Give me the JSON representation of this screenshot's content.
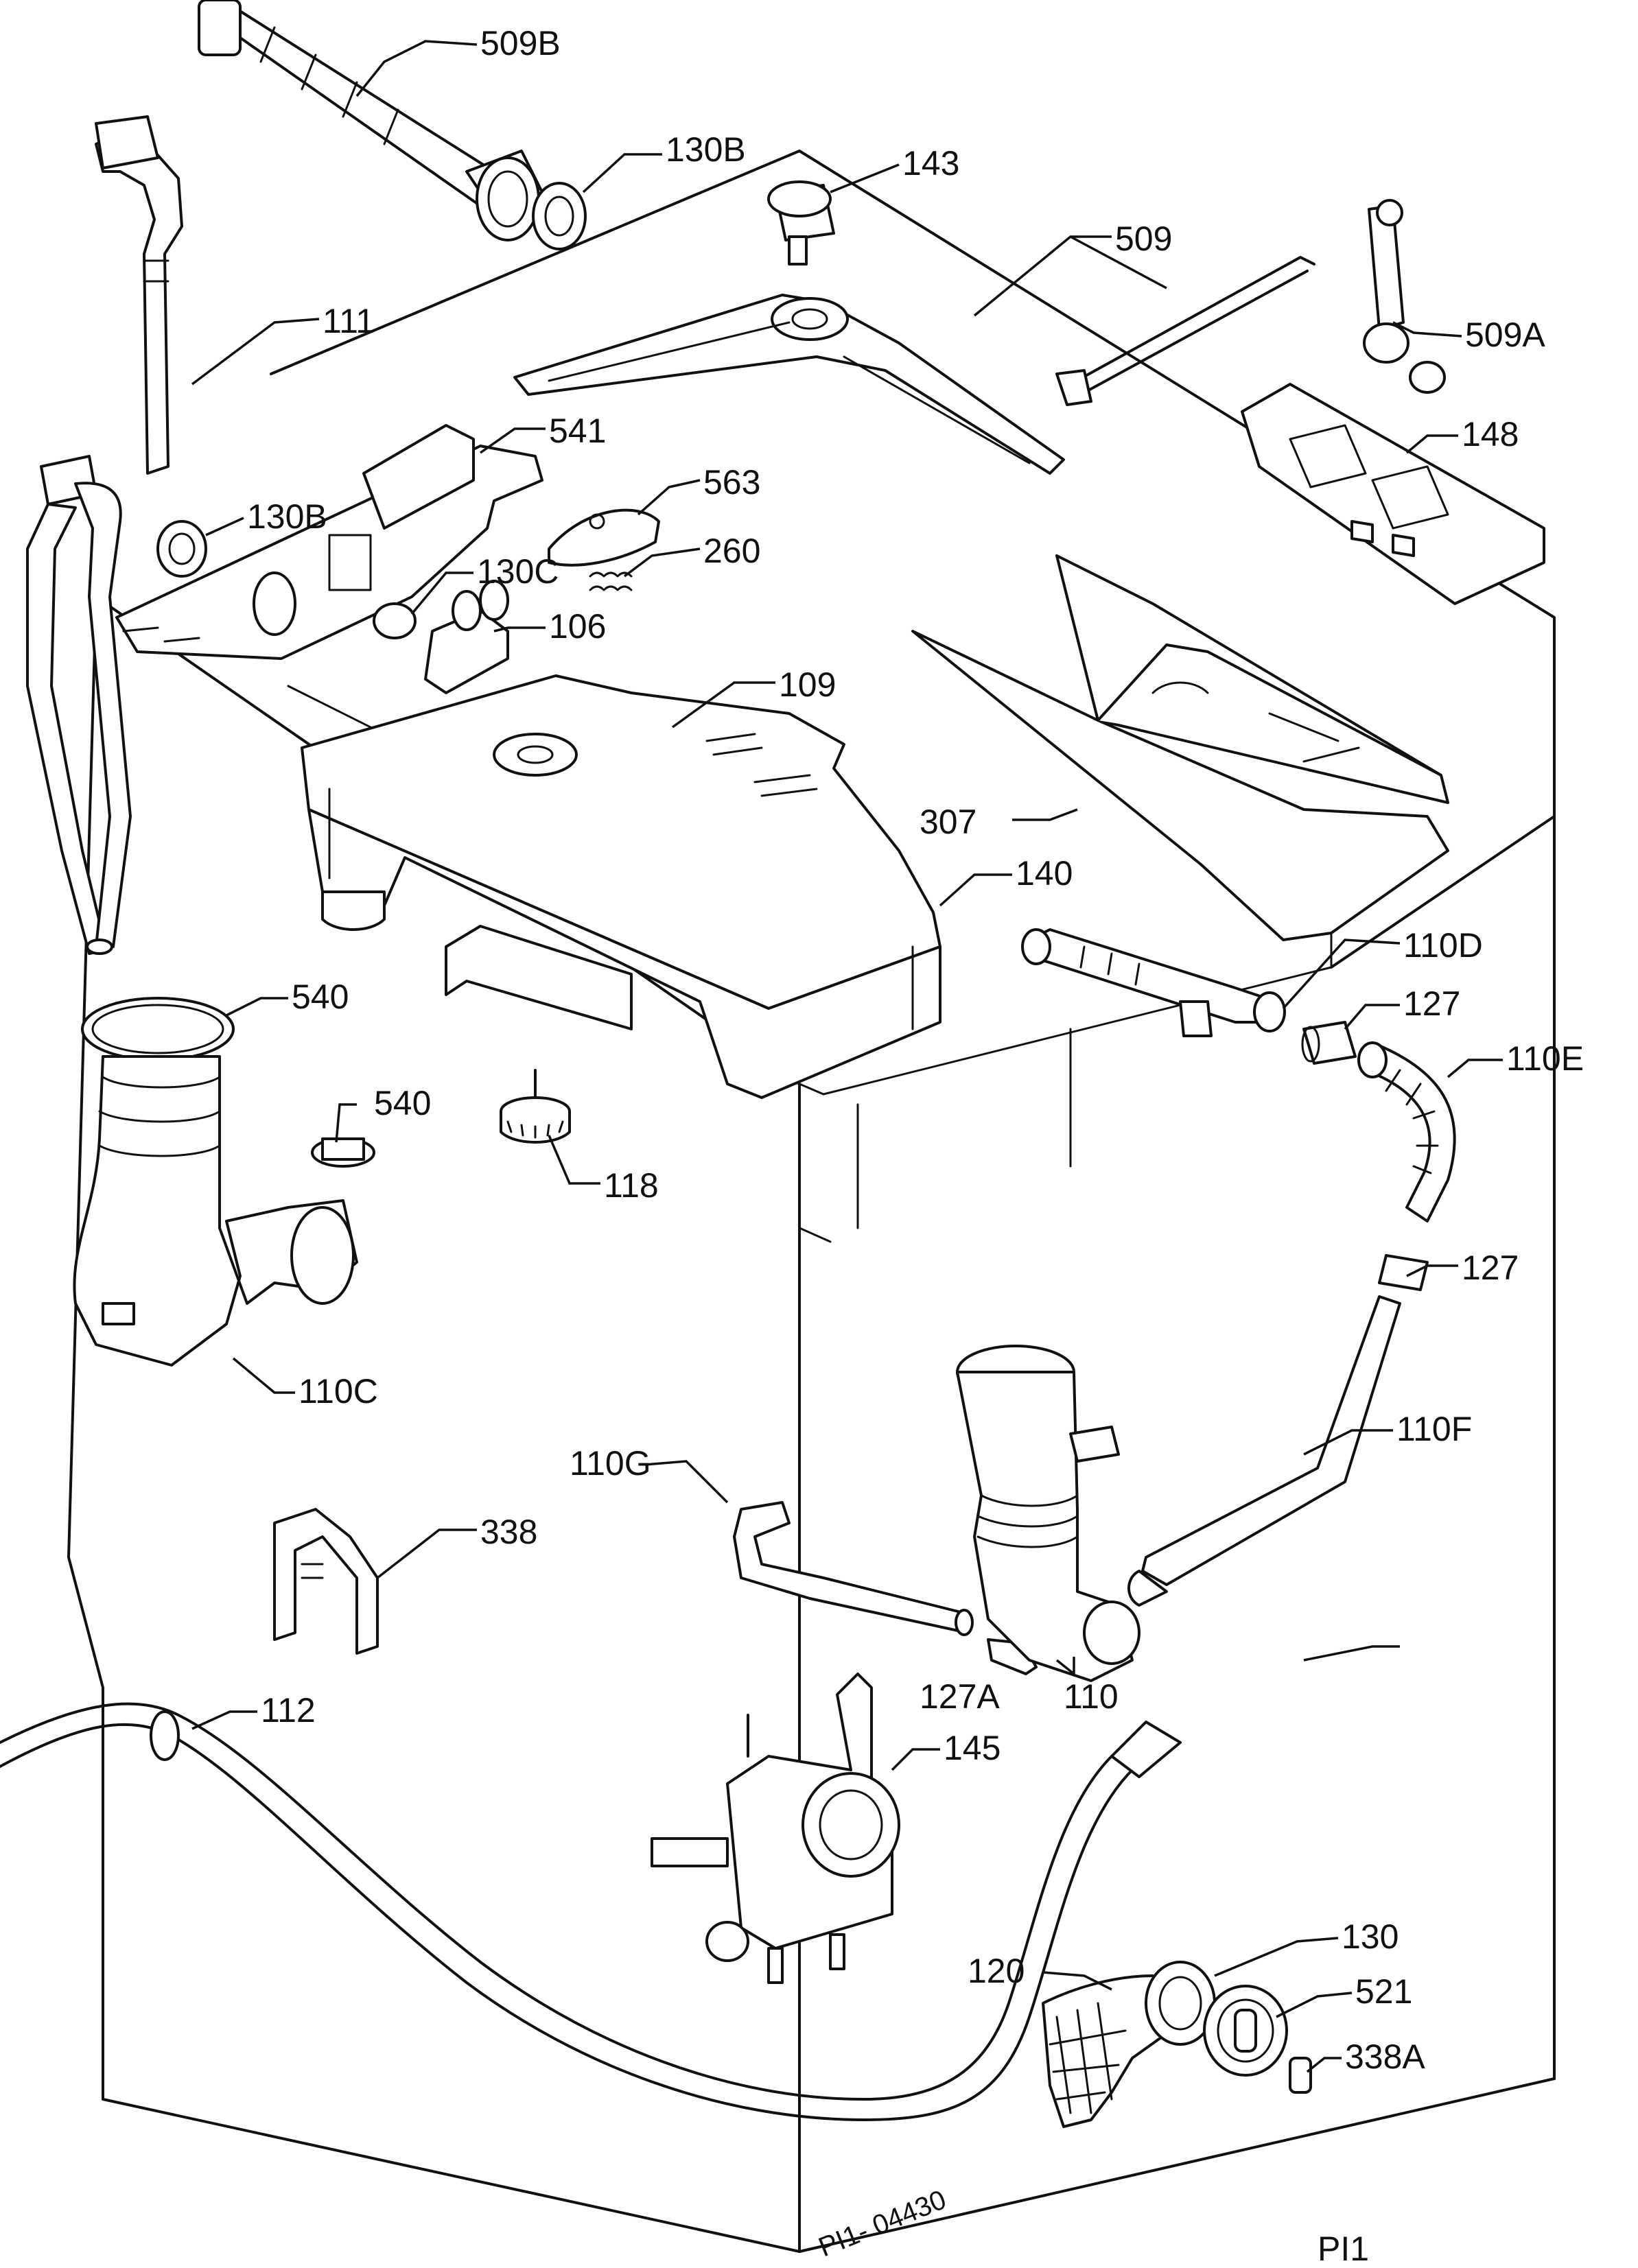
{
  "labels": {
    "p509B": "509B",
    "p130B_top": "130B",
    "p143": "143",
    "p509": "509",
    "p509A": "509A",
    "p111": "111",
    "p541": "541",
    "p148": "148",
    "p130B_mid": "130B",
    "p563": "563",
    "p130C": "130C",
    "p260": "260",
    "p106": "106",
    "p109": "109",
    "p307": "307",
    "p140": "140",
    "p110D": "110D",
    "p540_a": "540",
    "p127_a": "127",
    "p110E": "110E",
    "p540_b": "540",
    "p118": "118",
    "p127_b": "127",
    "p110C": "110C",
    "p110F": "110F",
    "p110G": "110G",
    "p338": "338",
    "p127A": "127A",
    "p110": "110",
    "p112": "112",
    "p145": "145",
    "p130": "130",
    "p120": "120",
    "p521": "521",
    "p338A": "338A"
  },
  "drawing_code": "PI1- 04430",
  "page_code": "PI1"
}
